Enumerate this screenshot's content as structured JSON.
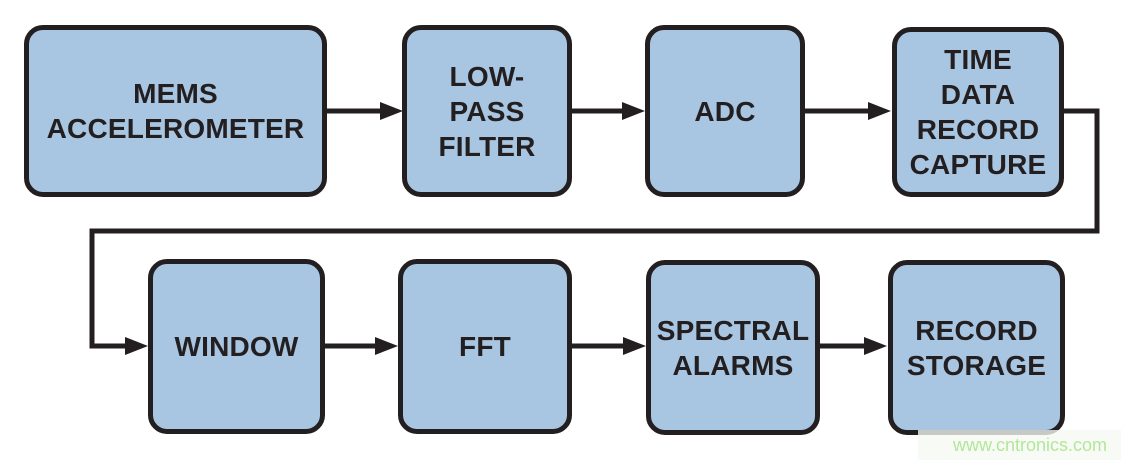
{
  "diagram": {
    "type": "block-flow-diagram",
    "blocks": [
      {
        "id": "mems-accelerometer",
        "label": "MEMS\nACCELEROMETER"
      },
      {
        "id": "low-pass-filter",
        "label": "LOW-\nPASS\nFILTER"
      },
      {
        "id": "adc",
        "label": "ADC"
      },
      {
        "id": "time-data-record-capture",
        "label": "TIME\nDATA\nRECORD\nCAPTURE"
      },
      {
        "id": "window",
        "label": "WINDOW"
      },
      {
        "id": "fft",
        "label": "FFT"
      },
      {
        "id": "spectral-alarms",
        "label": "SPECTRAL\nALARMS"
      },
      {
        "id": "record-storage",
        "label": "RECORD\nSTORAGE"
      }
    ],
    "connections": [
      {
        "from": "mems-accelerometer",
        "to": "low-pass-filter"
      },
      {
        "from": "low-pass-filter",
        "to": "adc"
      },
      {
        "from": "adc",
        "to": "time-data-record-capture"
      },
      {
        "from": "time-data-record-capture",
        "to": "window"
      },
      {
        "from": "window",
        "to": "fft"
      },
      {
        "from": "fft",
        "to": "spectral-alarms"
      },
      {
        "from": "spectral-alarms",
        "to": "record-storage"
      }
    ]
  },
  "colors": {
    "block_fill": "#a8c5e2",
    "block_border": "#231f20",
    "arrow": "#231f20",
    "label_text": "#231f20",
    "watermark_text": "#b2e79b"
  },
  "watermark": {
    "text": "www.cntronics.com"
  }
}
